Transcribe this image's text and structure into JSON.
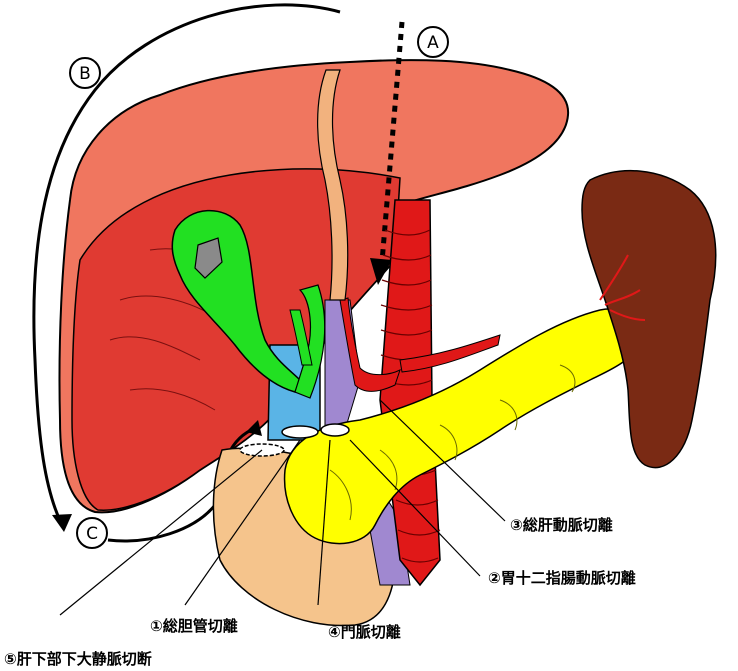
{
  "markers": {
    "A": "A",
    "B": "B",
    "C": "C"
  },
  "labels": {
    "hepatic_artery": "③総肝動脈切離",
    "gastroduodenal_artery": "②胃十二指腸動脈切離",
    "bile_duct": "①総胆管切離",
    "portal_vein": "④門脈切離",
    "ivc": "⑤肝下部下大静脈切断"
  },
  "colors": {
    "liver_light": "#f0765f",
    "liver_dark": "#e03a32",
    "gallbladder": "#22e022",
    "pancreas": "#ffff00",
    "spleen": "#7a2a14",
    "aorta": "#e01818",
    "duodenum_base": "#f5c48c",
    "portal_vein": "#a088d0",
    "ivc": "#5ab4e6",
    "bile_duct": "#f2b27e"
  }
}
